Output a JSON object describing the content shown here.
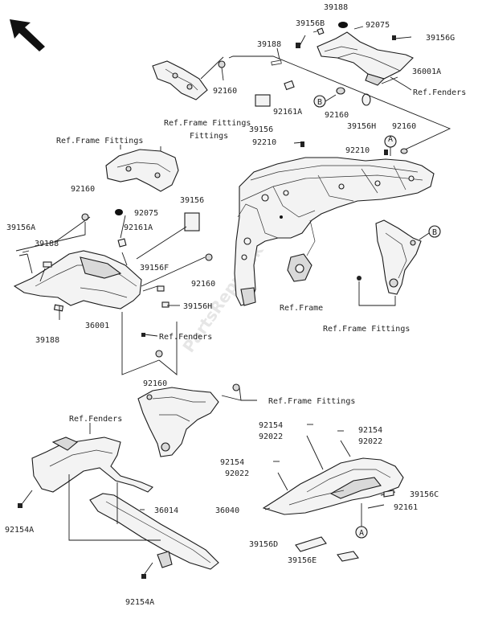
{
  "labels": {
    "p39188_a": "39188",
    "p39156B": "39156B",
    "p92075_a": "92075",
    "p39156G": "39156G",
    "p39188_b": "39188",
    "p36001A": "36001A",
    "p92160_a": "92160",
    "p92161A_a": "92161A",
    "p92160_b": "92160",
    "p39156H_a": "39156H",
    "p92160_c": "92160",
    "p39156_a": "39156",
    "p92210_a": "92210",
    "p92210_b": "92210",
    "p92160_d": "92160",
    "p92075_b": "92075",
    "p39156_b": "39156",
    "p92161A_b": "92161A",
    "p39156A": "39156A",
    "p39188_c": "39188",
    "p39156F": "39156F",
    "p92160_e": "92160",
    "p39156H_b": "39156H",
    "p36001": "36001",
    "p39188_d": "39188",
    "p92160_f": "92160",
    "p92154_a": "92154",
    "p92022_a": "92022",
    "p92154_b": "92154",
    "p92022_b": "92022",
    "p92154_c": "92154",
    "p92022_c": "92022",
    "p39156C": "39156C",
    "p92161": "92161",
    "p36014": "36014",
    "p36040": "36040",
    "p39156D": "39156D",
    "p39156E": "39156E",
    "p92154A_a": "92154A",
    "p92154A_b": "92154A"
  },
  "refs": {
    "fenders_top": "Ref.Fenders",
    "frame_fittings_top": "Ref.Frame Fittings",
    "frame_fittings_left": "Ref.Frame Fittings",
    "frame": "Ref.Frame",
    "frame_fittings_right": "Ref.Frame Fittings",
    "fenders_mid": "Ref.Fenders",
    "frame_fittings_bottom": "Ref.Frame Fittings",
    "fenders_bottom": "Ref.Fenders"
  },
  "markers": {
    "a_top": "A",
    "a_bottom": "A",
    "b_top": "B",
    "b_right": "B"
  },
  "watermark": "PartsRepublik"
}
